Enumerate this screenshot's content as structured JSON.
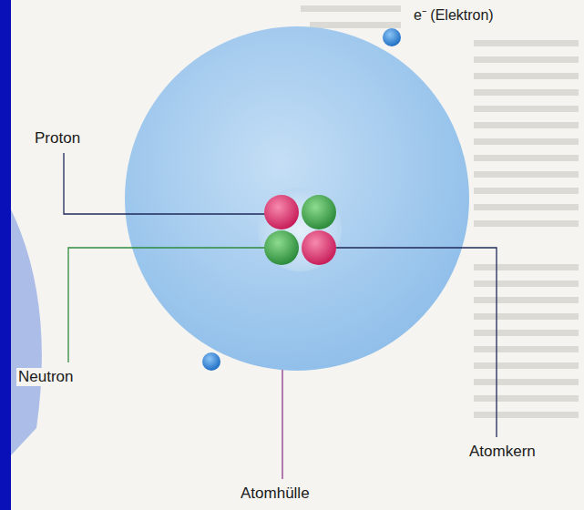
{
  "diagram": {
    "labels": [
      "e⁻ (Elektron)",
      "Proton",
      "Neutron",
      "Atomkern",
      "Atomhülle"
    ]
  }
}
